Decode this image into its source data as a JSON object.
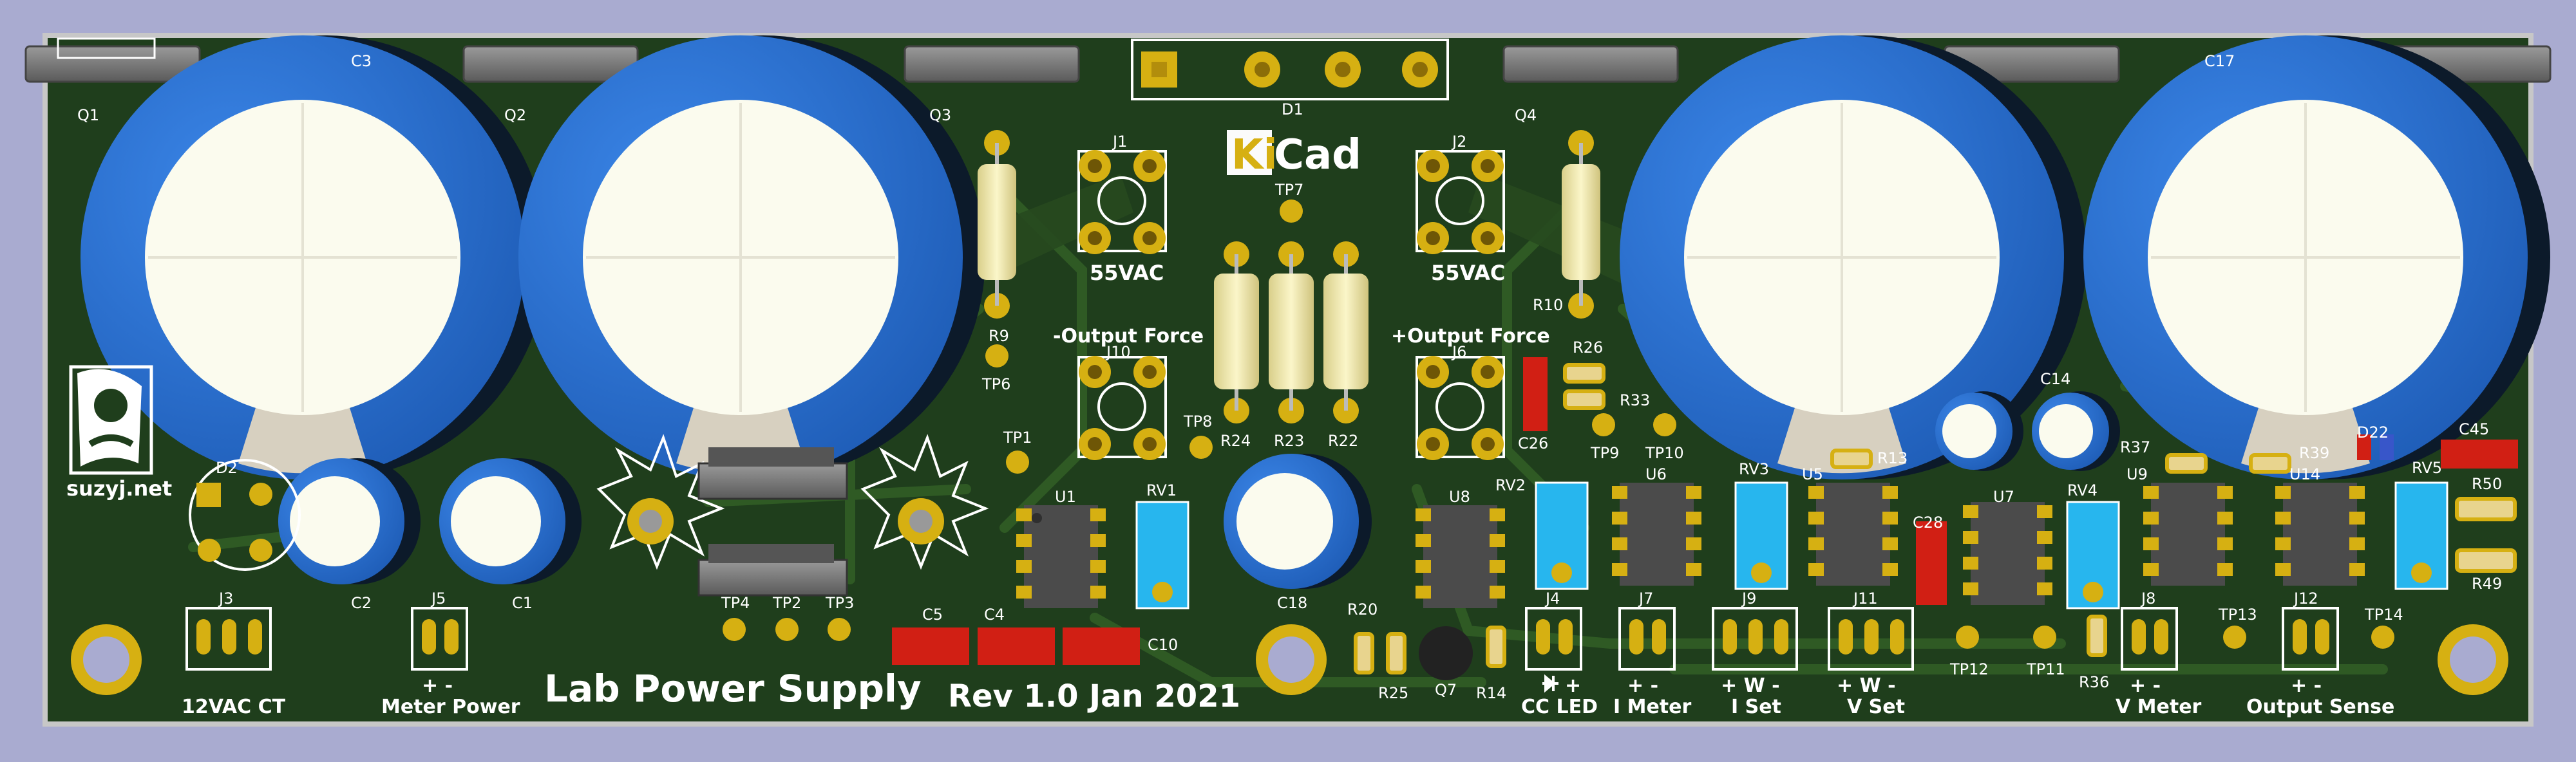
{
  "board": {
    "title": "Lab Power Supply",
    "revision": "Rev 1.0 Jan 2021",
    "website": "suzyj.net",
    "logo_text": {
      "k": "Ki",
      "cad": "Cad"
    }
  },
  "colors": {
    "background": "#a9abd0",
    "soldermask": "#1f3e1c",
    "copper_trace": "#2f5a24",
    "silkscreen": "#ffffff",
    "pad": "#d6b012",
    "cap_blue": "#2e77d6",
    "cap_top": "#fbfbee",
    "smd_cap": "#d11f14",
    "trimpot": "#27b6ee",
    "ic_body": "#4b4b4b",
    "resistor_body": "#f2e9a5"
  },
  "silk_labels": {
    "j1_voltage": "55VAC",
    "j2_voltage": "55VAC",
    "j10_label": "-Output Force",
    "j6_label": "+Output Force",
    "j3_label": "12VAC CT",
    "j5_label": "Meter Power",
    "j4_label": "CC LED",
    "j7_label": "I Meter",
    "j9_label": "I Set",
    "j11_label": "V Set",
    "j8_label": "V Meter",
    "j12_label": "Output Sense",
    "j5_pins": "+ -",
    "j4_pins": "+",
    "j7_pins": "+ -",
    "j9_pins": "+ W -",
    "j11_pins": "+ W -",
    "j8_pins": "+ -",
    "j12_pins": "+ -"
  },
  "refdes": {
    "q1": "Q1",
    "q2": "Q2",
    "q3": "Q3",
    "q4": "Q4",
    "q7": "Q7",
    "d1": "D1",
    "d2": "D2",
    "d22": "D22",
    "c1": "C1",
    "c2": "C2",
    "c3": "C3",
    "c4": "C4",
    "c5": "C5",
    "c10": "C10",
    "c14": "C14",
    "c17": "C17",
    "c18": "C18",
    "c26": "C26",
    "c28": "C28",
    "c45": "C45",
    "j1": "J1",
    "j2": "J2",
    "j3": "J3",
    "j4": "J4",
    "j5": "J5",
    "j6": "J6",
    "j7": "J7",
    "j8": "J8",
    "j9": "J9",
    "j10": "J10",
    "j11": "J11",
    "j12": "J12",
    "r9": "R9",
    "r10": "R10",
    "r13": "R13",
    "r14": "R14",
    "r20": "R20",
    "r22": "R22",
    "r23": "R23",
    "r24": "R24",
    "r25": "R25",
    "r26": "R26",
    "r33": "R33",
    "r36": "R36",
    "r37": "R37",
    "r39": "R39",
    "r49": "R49",
    "r50": "R50",
    "rv1": "RV1",
    "rv2": "RV2",
    "rv3": "RV3",
    "rv4": "RV4",
    "rv5": "RV5",
    "u1": "U1",
    "u5": "U5",
    "u6": "U6",
    "u7": "U7",
    "u8": "U8",
    "u9": "U9",
    "u14": "U14",
    "tp1": "TP1",
    "tp6": "TP6",
    "tp7": "TP7",
    "tp8": "TP8",
    "tp9": "TP9",
    "tp10": "TP10",
    "tp11": "TP11",
    "tp12": "TP12",
    "tp13": "TP13",
    "tp14": "TP14",
    "tp_a": "TP4",
    "tp_b": "TP2",
    "tp_c": "TP3"
  }
}
